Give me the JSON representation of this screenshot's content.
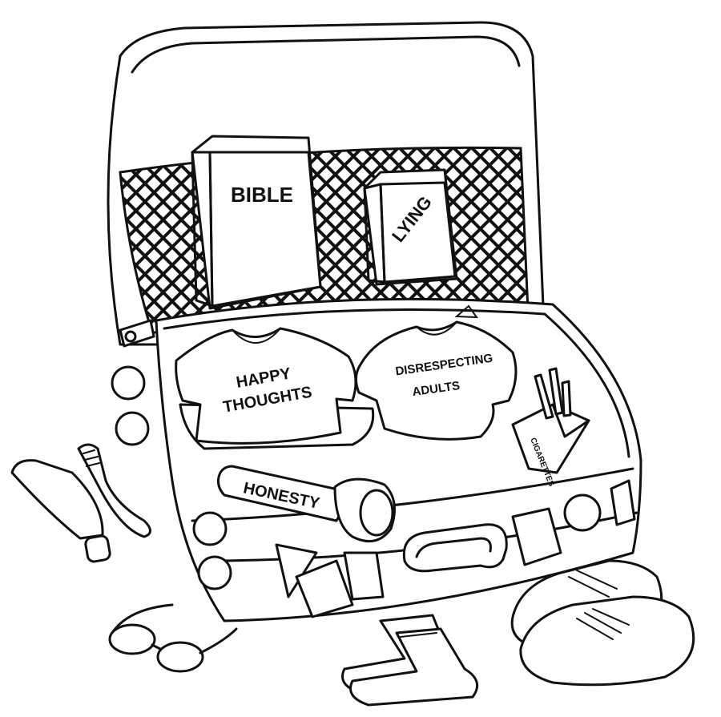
{
  "labels": {
    "book_left": "BIBLE",
    "book_right": "LYING",
    "shirt_left_line1": "HAPPY",
    "shirt_left_line2": "THOUGHTS",
    "shirt_right_line1": "DISRESPECTING",
    "shirt_right_line2": "ADULTS",
    "cigarettes": "CIGARETTES",
    "flashlight": "HONESTY"
  },
  "colors": {
    "ink": "#111111",
    "paper": "#ffffff"
  },
  "icons": [
    "suitcase-icon",
    "book-icon",
    "shirt-icon",
    "cigarette-pack-icon",
    "flashlight-icon",
    "toothpaste-icon",
    "toothbrush-icon",
    "sunglasses-icon",
    "socks-icon",
    "sneakers-icon"
  ]
}
